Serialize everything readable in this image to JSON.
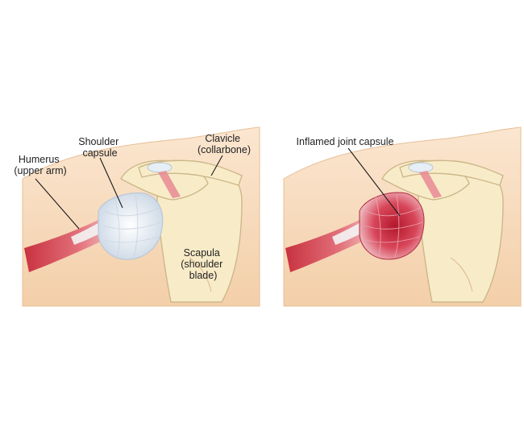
{
  "left_panel": {
    "humerus_label": [
      "Humerus",
      "(upper arm)"
    ],
    "capsule_label": [
      "Shoulder",
      "capsule"
    ],
    "clavicle_label": [
      "Clavicle",
      "(collarbone)"
    ],
    "scapula_label": [
      "Scapula",
      "(shoulder",
      "blade)"
    ]
  },
  "right_panel": {
    "inflamed_label": "Inflamed joint capsule"
  },
  "colors": {
    "skin": "#f7d9bb",
    "bone": "#f8ecc8",
    "bone_outline": "#cdb78a",
    "muscle": "#d84a5a",
    "tendon": "#eeeeee",
    "capsule": "#e4ebf2",
    "inflamed": "#cc2a3e",
    "label_text": "#222222"
  }
}
